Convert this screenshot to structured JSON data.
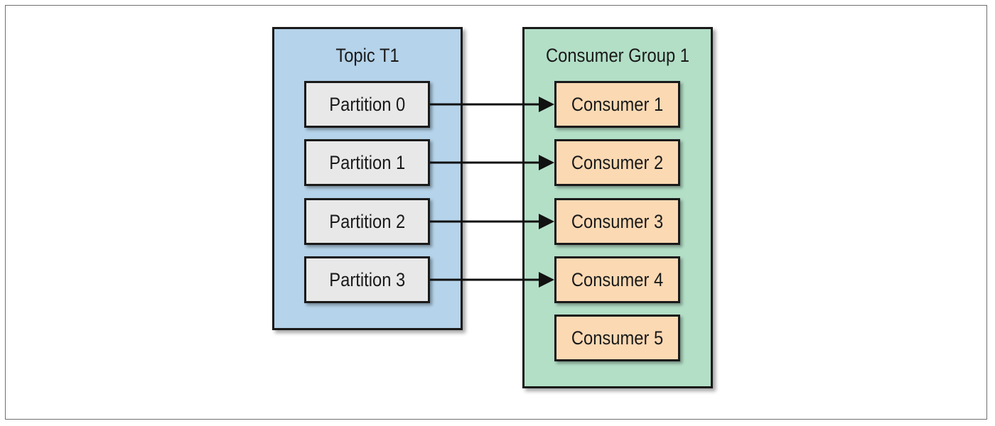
{
  "colors": {
    "topic_fill": "#b5d3ea",
    "group_fill": "#b3dfc7",
    "partition_fill": "#e8e8e8",
    "consumer_fill": "#fbd9b3",
    "line": "#111111"
  },
  "topic": {
    "title": "Topic T1",
    "partitions": [
      "Partition 0",
      "Partition 1",
      "Partition 2",
      "Partition 3"
    ]
  },
  "consumer_group": {
    "title": "Consumer Group 1",
    "consumers": [
      "Consumer 1",
      "Consumer 2",
      "Consumer 3",
      "Consumer 4",
      "Consumer 5"
    ]
  },
  "assignments": [
    {
      "from": 0,
      "to": 0
    },
    {
      "from": 1,
      "to": 1
    },
    {
      "from": 2,
      "to": 2
    },
    {
      "from": 3,
      "to": 3
    }
  ]
}
